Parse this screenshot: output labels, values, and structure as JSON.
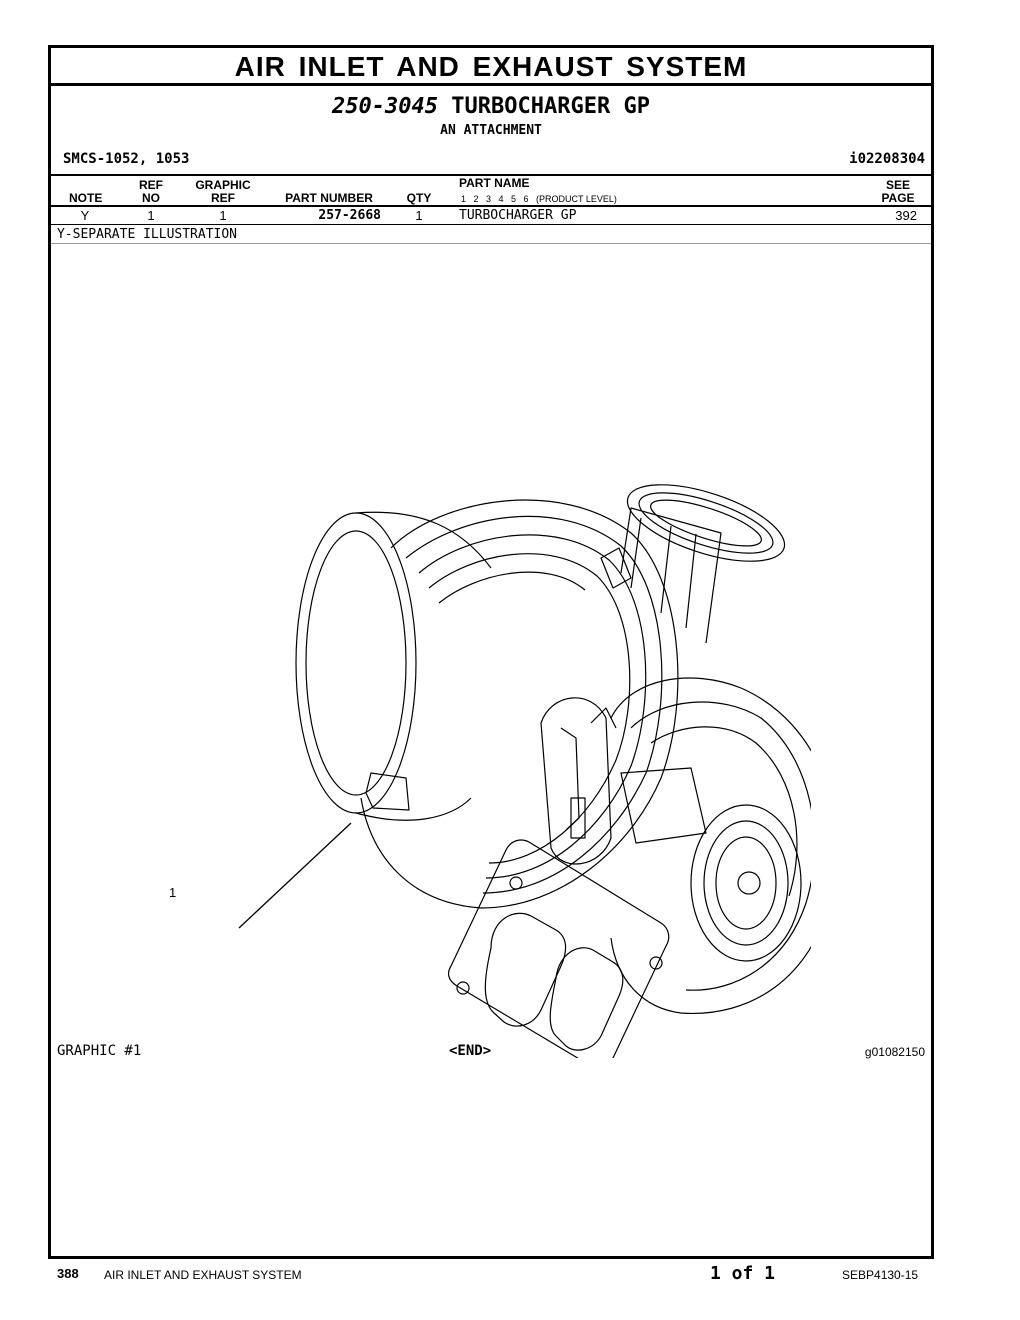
{
  "header": {
    "title": "AIR INLET AND EXHAUST SYSTEM",
    "group_number": "250-3045",
    "group_name": "TURBOCHARGER GP",
    "group_subtitle": "AN ATTACHMENT",
    "smcs": "SMCS-1052, 1053",
    "illustration_id": "i02208304"
  },
  "table": {
    "columns": {
      "note": "NOTE",
      "ref_no_1": "REF",
      "ref_no_2": "NO",
      "graphic_ref_1": "GRAPHIC",
      "graphic_ref_2": "REF",
      "part_number": "PART NUMBER",
      "qty": "QTY",
      "part_name": "PART NAME",
      "product_levels": "1   2   3   4   5   6   (PRODUCT LEVEL)",
      "see_page_1": "SEE",
      "see_page_2": "PAGE"
    },
    "rows": [
      {
        "note": "Y",
        "ref_no": "1",
        "graphic_ref": "1",
        "part_number": "257-2668",
        "qty": "1",
        "part_name": "TURBOCHARGER GP",
        "see_page": "392"
      }
    ],
    "note_text": "Y-SEPARATE ILLUSTRATION"
  },
  "graphic": {
    "callout": "1",
    "label": "GRAPHIC #1",
    "end": "<END>",
    "id": "g01082150"
  },
  "footer": {
    "page_number": "388",
    "section": "AIR INLET AND EXHAUST SYSTEM",
    "page_of": "1 of 1",
    "doc_id": "SEBP4130-15"
  }
}
